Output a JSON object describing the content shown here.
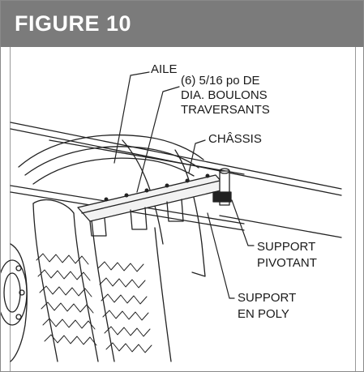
{
  "figure": {
    "title": "FIGURE 10"
  },
  "labels": {
    "aile": "AILE",
    "boulons_line1": "(6) 5/16 po DE",
    "boulons_line2": "DIA. BOULONS",
    "boulons_line3": "TRAVERSANTS",
    "chassis": "CHÂSSIS",
    "support_pivotant_line1": "SUPPORT",
    "support_pivotant_line2": "PIVOTANT",
    "support_poly_line1": "SUPPORT",
    "support_poly_line2": "EN POLY"
  },
  "colors": {
    "header": "#7b7b7b",
    "line": "#222222"
  }
}
